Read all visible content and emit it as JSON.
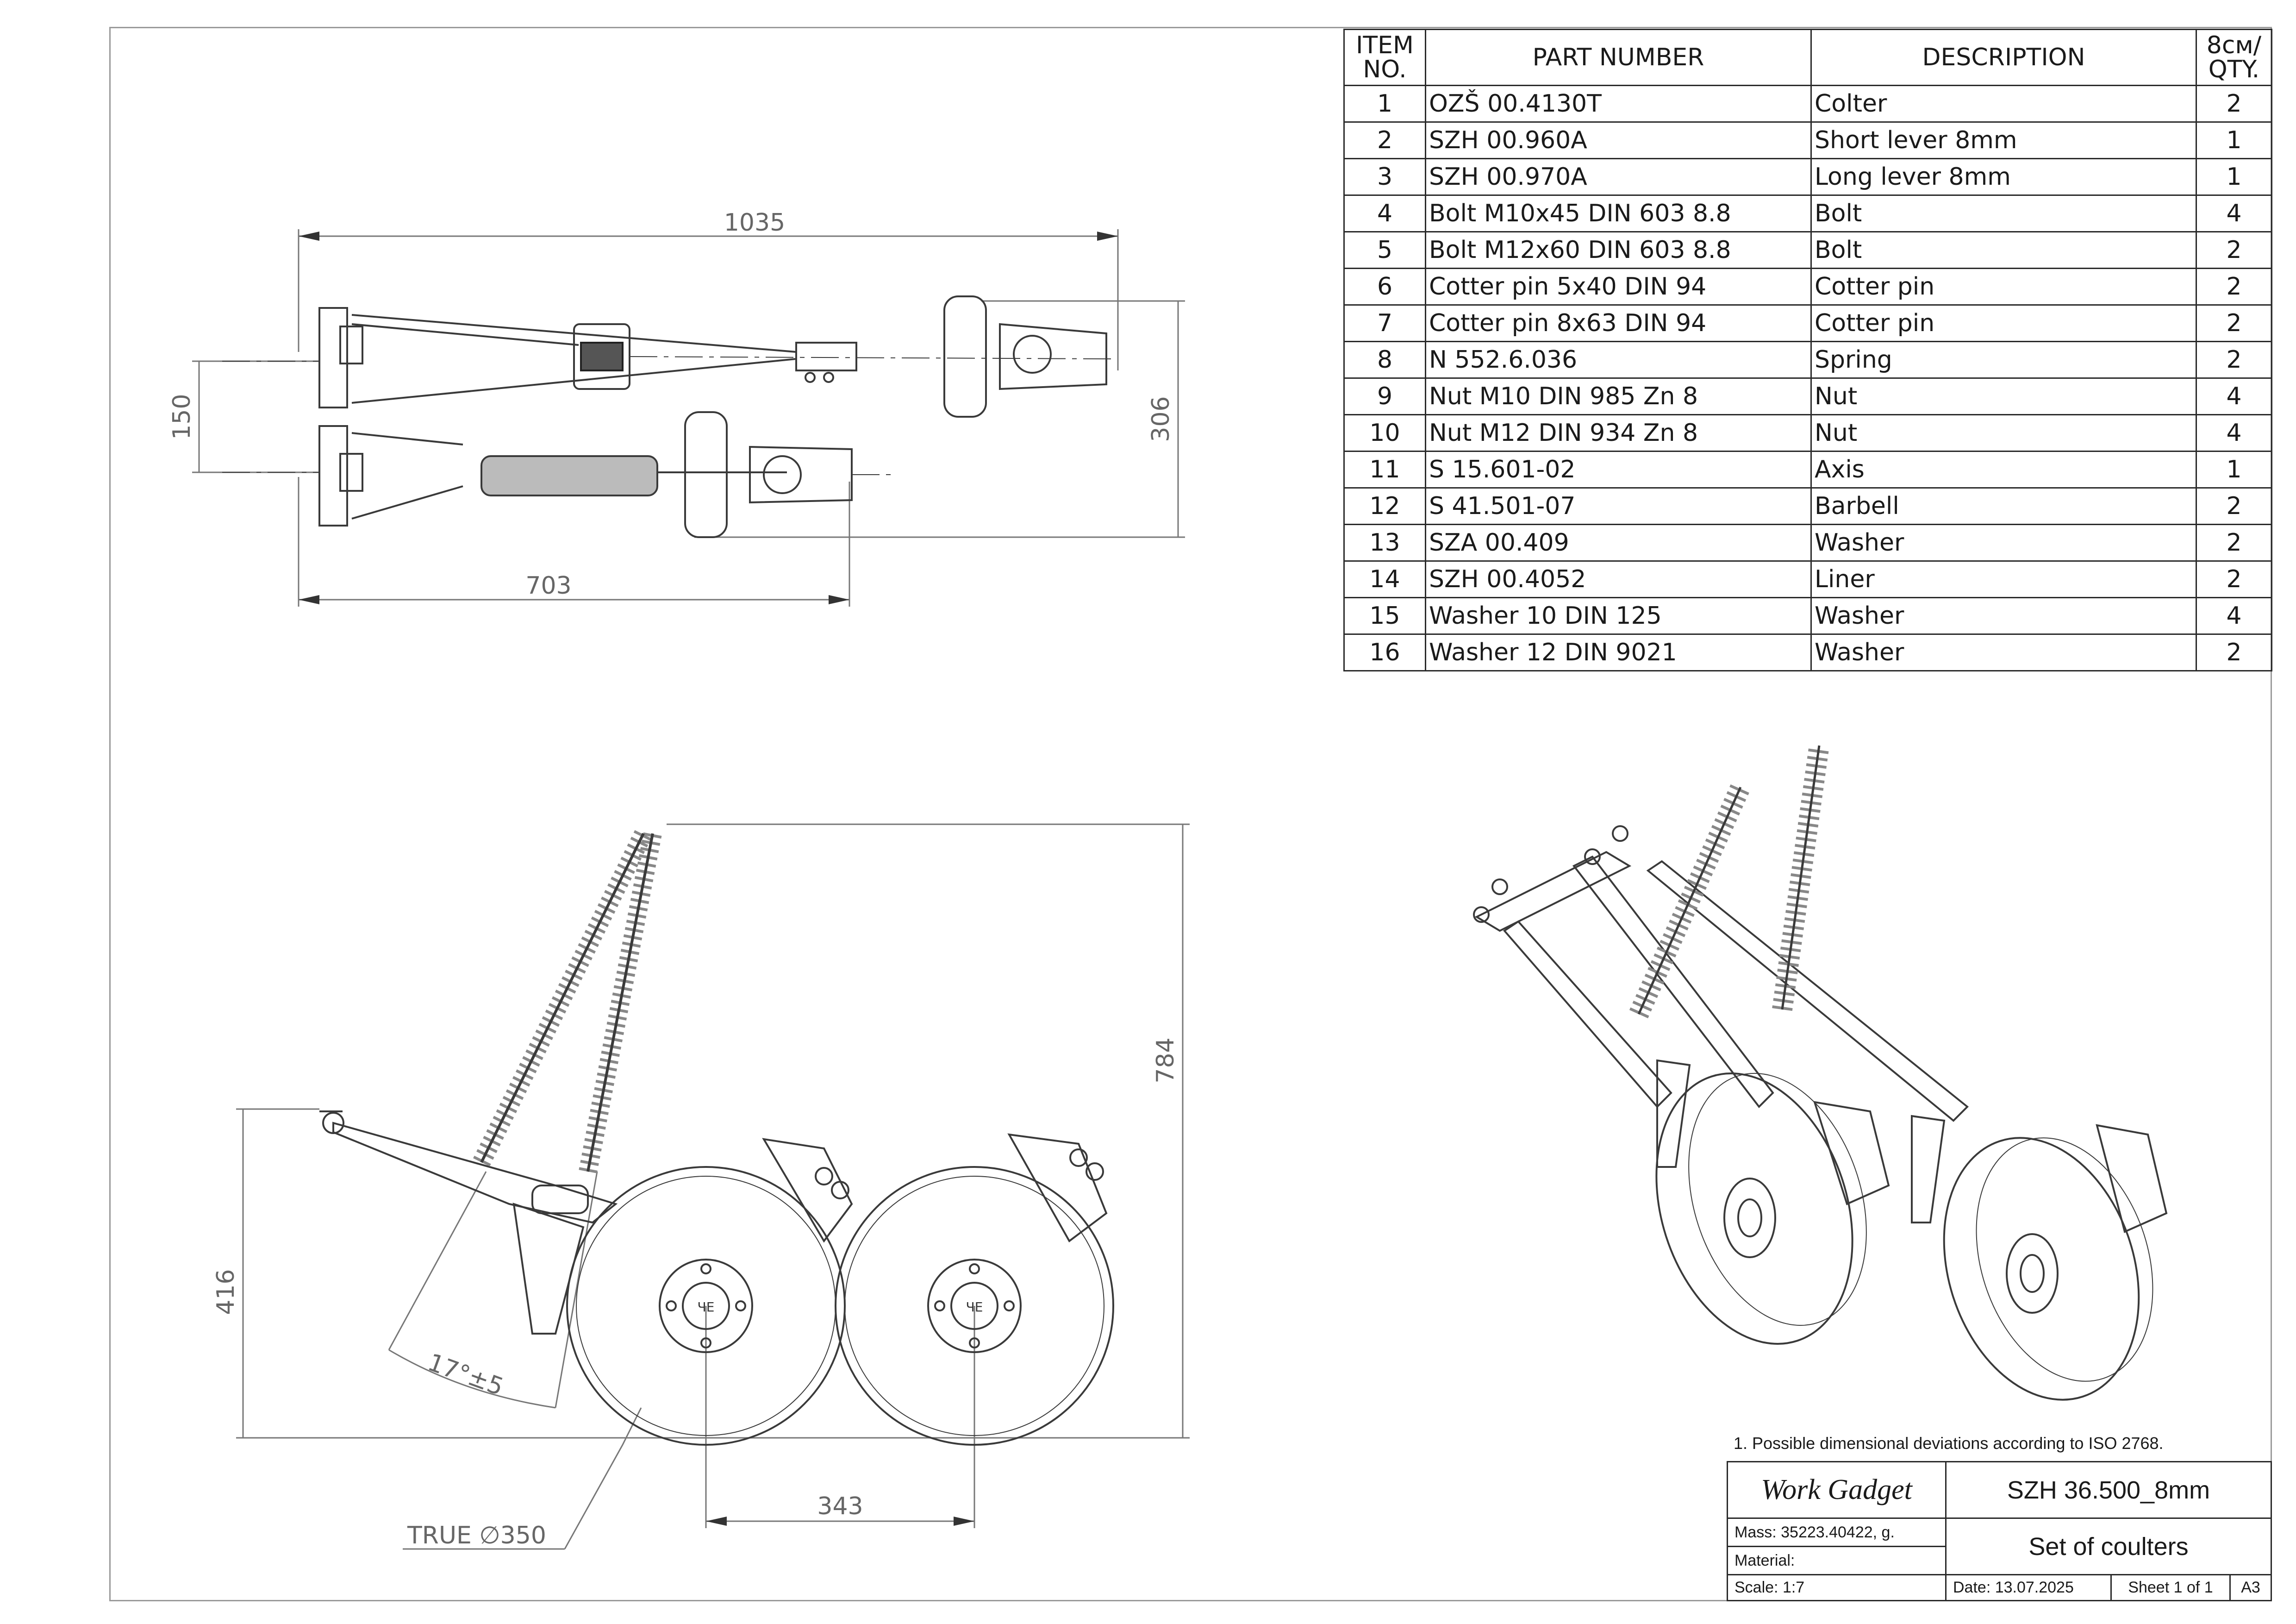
{
  "bom": {
    "headers": {
      "item": [
        "ITEM",
        "NO."
      ],
      "part": "PART NUMBER",
      "desc": "DESCRIPTION",
      "qty": [
        "8см/",
        "QTY."
      ]
    },
    "rows": [
      {
        "item": "1",
        "part": "OZŠ 00.4130T",
        "desc": "Colter",
        "qty": "2"
      },
      {
        "item": "2",
        "part": "SZH 00.960A",
        "desc": "Short lever 8mm",
        "qty": "1"
      },
      {
        "item": "3",
        "part": "SZH 00.970A",
        "desc": "Long lever 8mm",
        "qty": "1"
      },
      {
        "item": "4",
        "part": "Bolt M10x45 DIN 603 8.8",
        "desc": "Bolt",
        "qty": "4"
      },
      {
        "item": "5",
        "part": "Bolt M12x60 DIN 603 8.8",
        "desc": "Bolt",
        "qty": "2"
      },
      {
        "item": "6",
        "part": "Cotter pin 5x40 DIN 94",
        "desc": "Cotter pin",
        "qty": "2"
      },
      {
        "item": "7",
        "part": "Cotter pin 8x63 DIN 94",
        "desc": "Cotter pin",
        "qty": "2"
      },
      {
        "item": "8",
        "part": "N 552.6.036",
        "desc": "Spring",
        "qty": "2"
      },
      {
        "item": "9",
        "part": "Nut M10 DIN 985 Zn 8",
        "desc": "Nut",
        "qty": "4"
      },
      {
        "item": "10",
        "part": "Nut M12 DIN 934 Zn 8",
        "desc": "Nut",
        "qty": "4"
      },
      {
        "item": "11",
        "part": "S 15.601-02",
        "desc": "Axis",
        "qty": "1"
      },
      {
        "item": "12",
        "part": "S 41.501-07",
        "desc": "Barbell",
        "qty": "2"
      },
      {
        "item": "13",
        "part": "SZA 00.409",
        "desc": "Washer",
        "qty": "2"
      },
      {
        "item": "14",
        "part": "SZH 00.4052",
        "desc": "Liner",
        "qty": "2"
      },
      {
        "item": "15",
        "part": "Washer 10 DIN 125",
        "desc": "Washer",
        "qty": "4"
      },
      {
        "item": "16",
        "part": "Washer 12 DIN 9021",
        "desc": "Washer",
        "qty": "2"
      }
    ]
  },
  "dimensions": {
    "top_width": "1035",
    "top_height_left": "150",
    "top_height_right": "306",
    "top_lower_width": "703",
    "side_height": "784",
    "side_height_left": "416",
    "angle": "17°±5",
    "disc_spacing": "343",
    "disc_diameter": "TRUE ∅350"
  },
  "notes": {
    "note1": "1. Possible dimensional deviations according to ISO 2768."
  },
  "title_block": {
    "company": "Work Gadget",
    "drawing_number": "SZH 36.500_8mm",
    "mass": "Mass: 35223.40422, g.",
    "material": "Material:",
    "title": "Set of coulters",
    "scale": "Scale: 1:7",
    "date": "Date: 13.07.2025",
    "sheet": "Sheet 1 of 1",
    "size": "A3"
  },
  "hub_label": "ЧЕ"
}
